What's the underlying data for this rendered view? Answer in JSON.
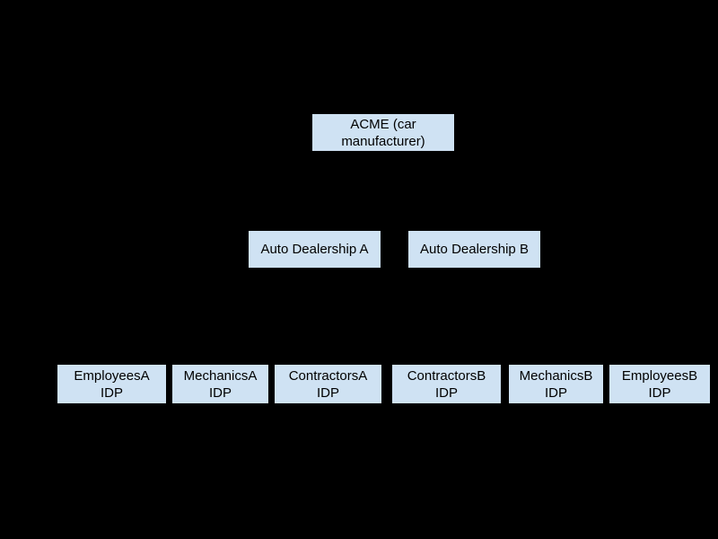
{
  "colors": {
    "background": "#000000",
    "node_fill": "#cfe2f3",
    "node_text": "#000000"
  },
  "nodes": {
    "acme": {
      "label": [
        "ACME (car",
        "manufacturer)"
      ]
    },
    "dealership_a": {
      "label": [
        "Auto Dealership A"
      ]
    },
    "dealership_b": {
      "label": [
        "Auto Dealership B"
      ]
    },
    "employees_a": {
      "label": [
        "EmployeesA",
        "IDP"
      ]
    },
    "mechanics_a": {
      "label": [
        "MechanicsA",
        "IDP"
      ]
    },
    "contractors_a": {
      "label": [
        "ContractorsA",
        "IDP"
      ]
    },
    "contractors_b": {
      "label": [
        "ContractorsB",
        "IDP"
      ]
    },
    "mechanics_b": {
      "label": [
        "MechanicsB",
        "IDP"
      ]
    },
    "employees_b": {
      "label": [
        "EmployeesB",
        "IDP"
      ]
    }
  }
}
